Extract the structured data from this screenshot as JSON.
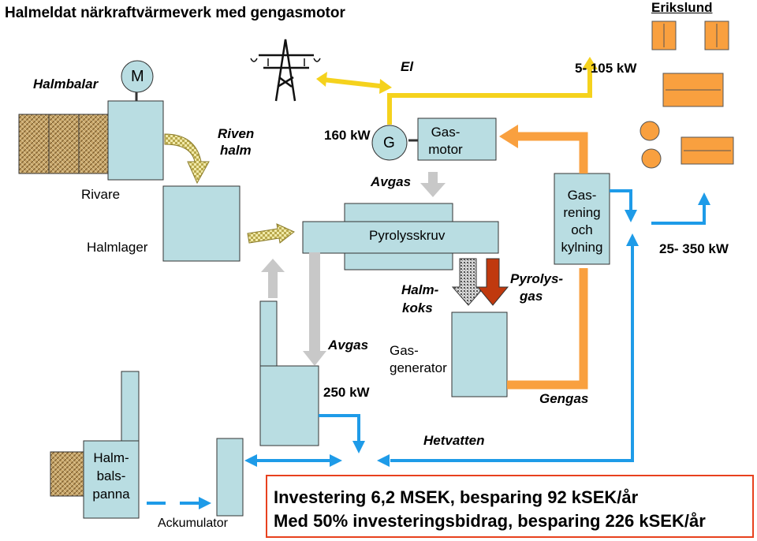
{
  "title": "Halmeldat närkraftvärmeverk med gengasmotor",
  "location": "Erikslund",
  "labels": {
    "halmbalar": "Halmbalar",
    "motor_m": "M",
    "el": "El",
    "el_power": "5- 105 kW",
    "riven_halm_1": "Riven",
    "riven_halm_2": "halm",
    "gas_power": "160 kW",
    "generator_g": "G",
    "gasmotor_1": "Gas-",
    "gasmotor_2": "motor",
    "rivare": "Rivare",
    "avgas_top": "Avgas",
    "halmlager": "Halmlager",
    "pyrolysskruv": "Pyrolysskruv",
    "gasrening_1": "Gas-",
    "gasrening_2": "rening",
    "gasrening_3": "och",
    "gasrening_4": "kylning",
    "heat_power": "25- 350 kW",
    "halmkoks_1": "Halm-",
    "halmkoks_2": "koks",
    "pyrolysgas_1": "Pyrolys-",
    "pyrolysgas_2": "gas",
    "avgas_bottom": "Avgas",
    "gasgenerator_1": "Gas-",
    "gasgenerator_2": "generator",
    "boiler_power": "250 kW",
    "gengas": "Gengas",
    "hetvatten": "Hetvatten",
    "halmbalspanna_1": "Halm-",
    "halmbalspanna_2": "bals-",
    "halmbalspanna_3": "panna",
    "ackumulator": "Ackumulator"
  },
  "info": {
    "line1": "Investering 6,2 MSEK, besparing 92 kSEK/år",
    "line2": "Med 50% investeringsbidrag, besparing 226 kSEK/år"
  },
  "colors": {
    "component_fill": "#b9dde2",
    "gas_orange": "#f9a03f",
    "water_blue": "#1e9be8",
    "el_yellow": "#f5d21d",
    "exhaust_grey": "#c8c8c8",
    "pyrolysis_red": "#c0390e",
    "info_border": "#e8411e"
  }
}
